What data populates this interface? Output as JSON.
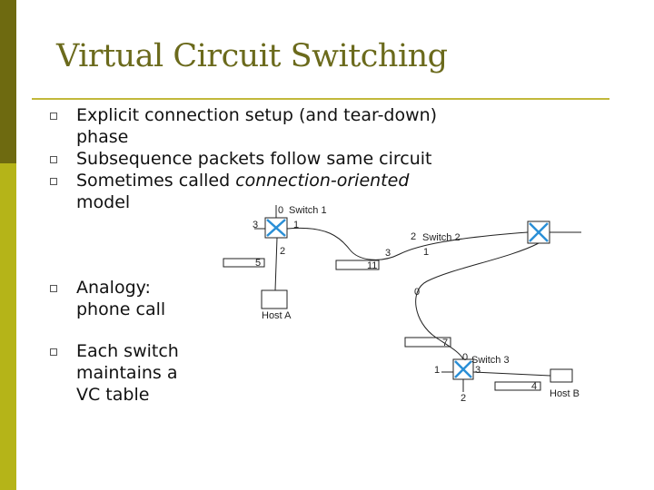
{
  "slide": {
    "title": "Virtual Circuit Switching",
    "bullets": [
      {
        "lines": [
          "Explicit connection setup (and tear-down)",
          "phase"
        ]
      },
      {
        "lines": [
          "Subsequence packets follow same circuit"
        ]
      },
      {
        "pre": "Sometimes called ",
        "em": "connection-oriented",
        "lines_after": [
          "model"
        ]
      },
      {
        "lines": [
          "Analogy:",
          "phone call"
        ]
      },
      {
        "lines": [
          "Each switch",
          "maintains a",
          "VC table"
        ]
      }
    ]
  },
  "diagram": {
    "switch1": {
      "name": "Switch 1",
      "ports": [
        "0",
        "1",
        "2",
        "3"
      ]
    },
    "switch2": {
      "name": "Switch 2",
      "ports": [
        "0",
        "1",
        "2",
        "3"
      ]
    },
    "switch3": {
      "name": "Switch 3",
      "ports": [
        "0",
        "1",
        "2",
        "3"
      ]
    },
    "hostA": "Host A",
    "hostB": "Host B",
    "vci_labels": [
      "5",
      "11",
      "7",
      "4"
    ]
  },
  "colors": {
    "accent": "#b5b418",
    "title": "#6b6a1c",
    "switch_cross": "#2a8fd6"
  }
}
